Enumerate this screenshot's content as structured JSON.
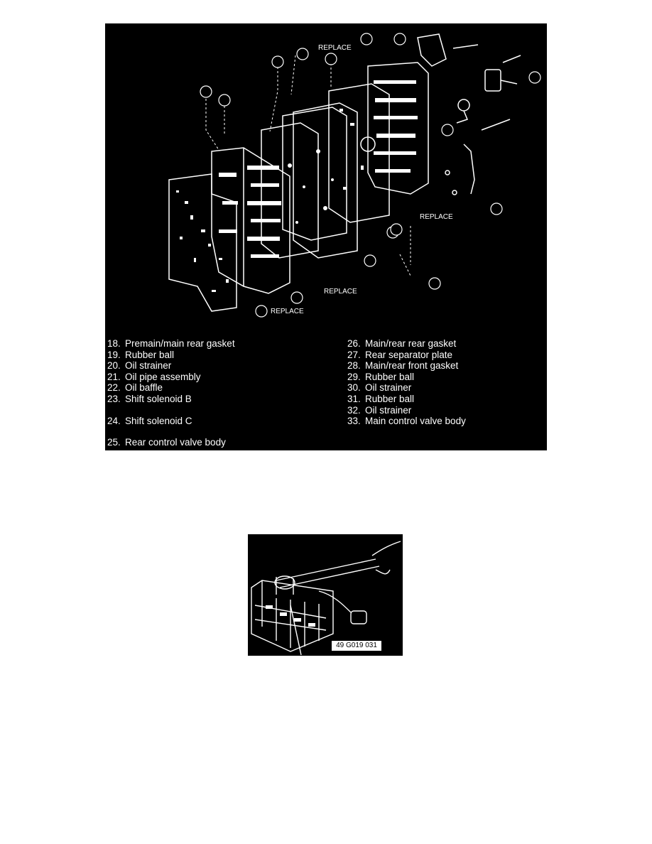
{
  "exploded_view": {
    "callouts": {
      "replace_top": "REPLACE",
      "replace_right": "REPLACE",
      "replace_28": "REPLACE",
      "replace_18": "REPLACE"
    },
    "legend_left": [
      {
        "num": "18.",
        "text": "Premain/main rear gasket"
      },
      {
        "num": "19.",
        "text": "Rubber ball"
      },
      {
        "num": "20.",
        "text": "Oil strainer"
      },
      {
        "num": "21.",
        "text": "Oil pipe assembly"
      },
      {
        "num": "22.",
        "text": "Oil baffle"
      },
      {
        "num": "23.",
        "text": "Shift solenoid B"
      },
      {
        "num": "24.",
        "text": "Shift solenoid C"
      },
      {
        "num": "25.",
        "text": "Rear control valve body"
      }
    ],
    "legend_right": [
      {
        "num": "26.",
        "text": "Main/rear rear gasket"
      },
      {
        "num": "27.",
        "text": "Rear separator plate"
      },
      {
        "num": "28.",
        "text": "Main/rear front gasket"
      },
      {
        "num": "29.",
        "text": "Rubber ball"
      },
      {
        "num": "30.",
        "text": "Oil strainer"
      },
      {
        "num": "31.",
        "text": "Rubber ball"
      },
      {
        "num": "32.",
        "text": "Oil strainer"
      },
      {
        "num": "33.",
        "text": "Main control valve body"
      }
    ]
  },
  "torque_view": {
    "code": "49 G019 031"
  }
}
